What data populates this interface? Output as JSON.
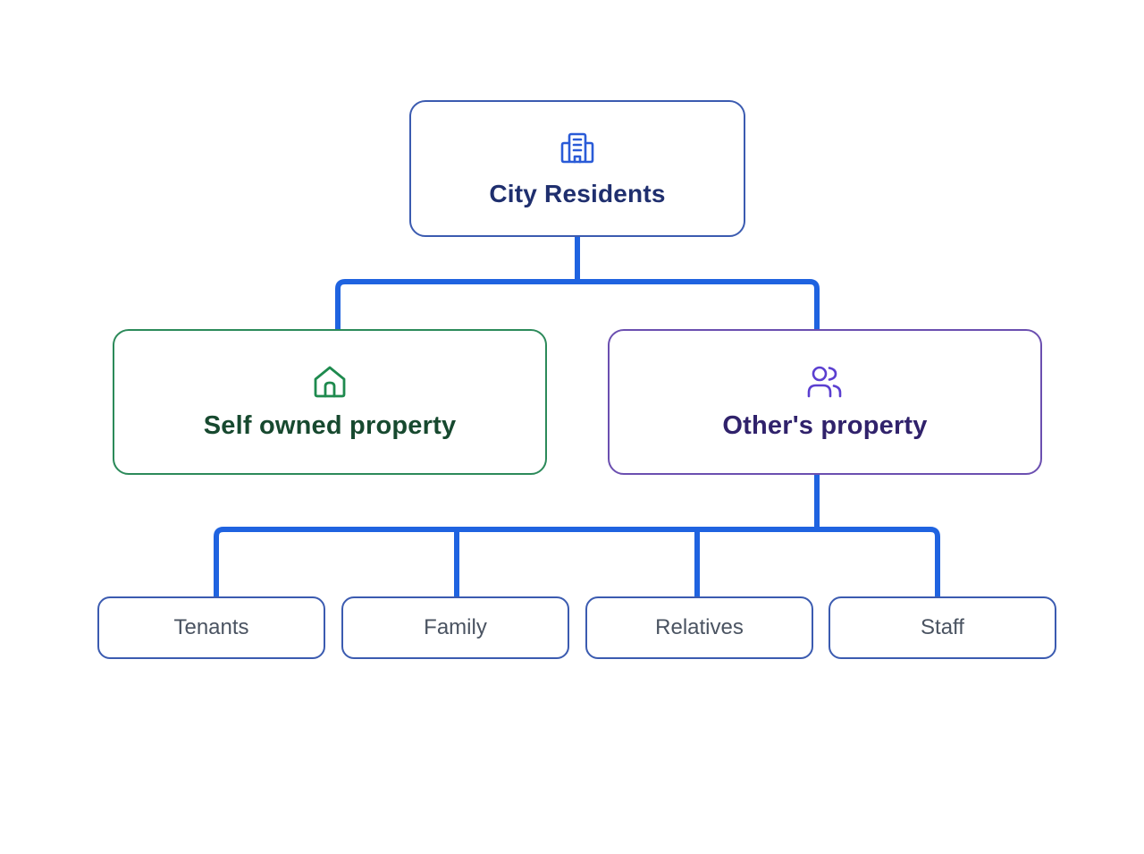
{
  "diagram": {
    "root": {
      "label": "City Residents",
      "icon": "building-icon"
    },
    "branches": [
      {
        "label": "Self owned property",
        "icon": "house-icon"
      },
      {
        "label": "Other's property",
        "icon": "users-icon"
      }
    ],
    "leaves": [
      {
        "label": "Tenants"
      },
      {
        "label": "Family"
      },
      {
        "label": "Relatives"
      },
      {
        "label": "Staff"
      }
    ]
  },
  "colors": {
    "connector": "#1f63e0",
    "root_border": "#3b5bb0",
    "root_text": "#1f2f6e",
    "self_border": "#2c8a5a",
    "self_text": "#17492f",
    "others_border": "#6b4fb0",
    "others_text": "#30226b",
    "leaf_text": "#4a5361"
  }
}
